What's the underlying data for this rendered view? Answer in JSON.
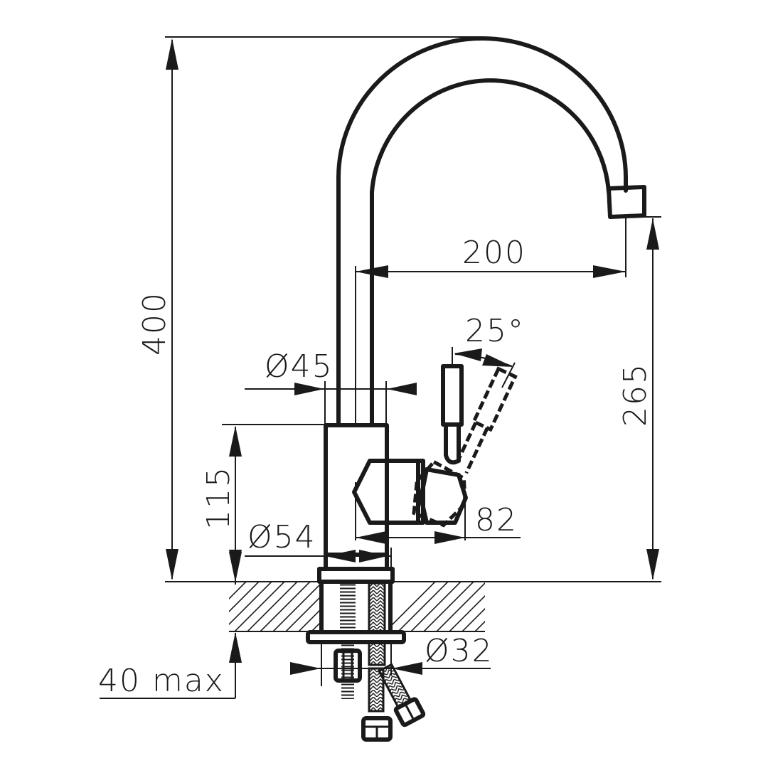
{
  "drawing": {
    "subject": "Kitchen faucet with swivel spout and side lever - technical dimension drawing",
    "colors": {
      "line": "#1a1a1a",
      "background": "#ffffff"
    },
    "dimensions": {
      "overall_height": "400",
      "spout_reach": "200",
      "spout_outlet_height": "265",
      "lever_angle": "25°",
      "spout_diameter": "Ø45",
      "body_height": "115",
      "body_diameter": "Ø54",
      "lever_depth": "82",
      "mounting_hole_diameter": "Ø32",
      "countertop_thickness": "40 max"
    }
  }
}
